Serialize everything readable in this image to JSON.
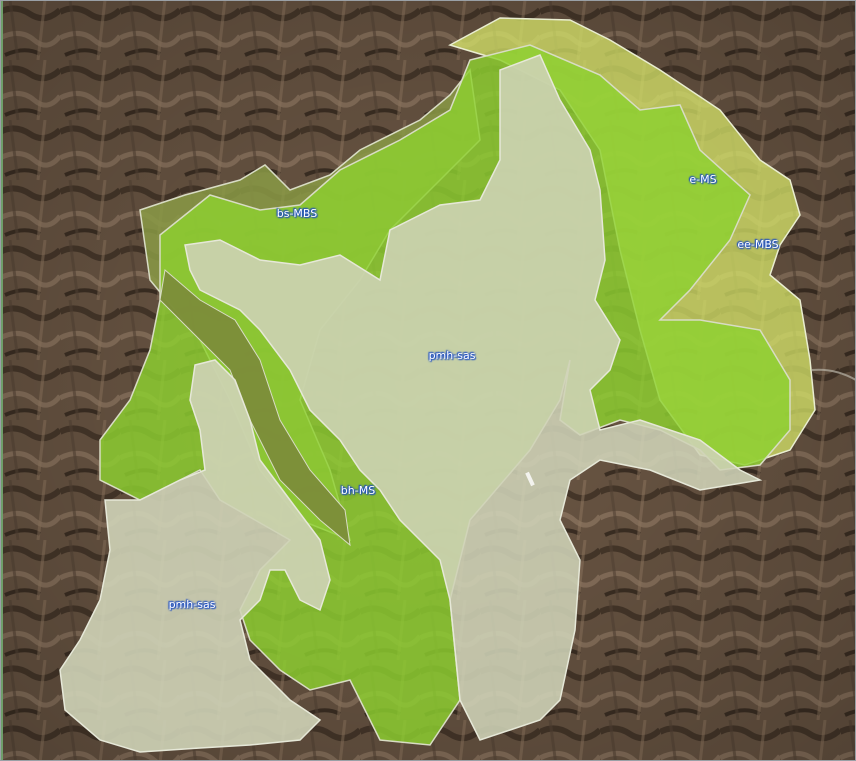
{
  "map": {
    "type": "soil-unit overlay on satellite imagery",
    "colors": {
      "terrain_dark": "#4e3d2e",
      "terrain_mid": "#7a6450",
      "terrain_light": "#a08468",
      "pmh_sas": "#cfd3b7",
      "bh_ms": "#8ed130",
      "bs_mbs": "#8a9a45",
      "e_ms": "#d7e56a",
      "label_halo": "#1f4fc4"
    },
    "labels": {
      "bs_mbs": "bs-MBS",
      "e_ms": "e-MS",
      "ee_mbs": "ee-MBS",
      "pmh_sas_center": "pmh-sas",
      "bh_ms": "bh-MS",
      "pmh_sas_left": "pmh-sas"
    }
  }
}
